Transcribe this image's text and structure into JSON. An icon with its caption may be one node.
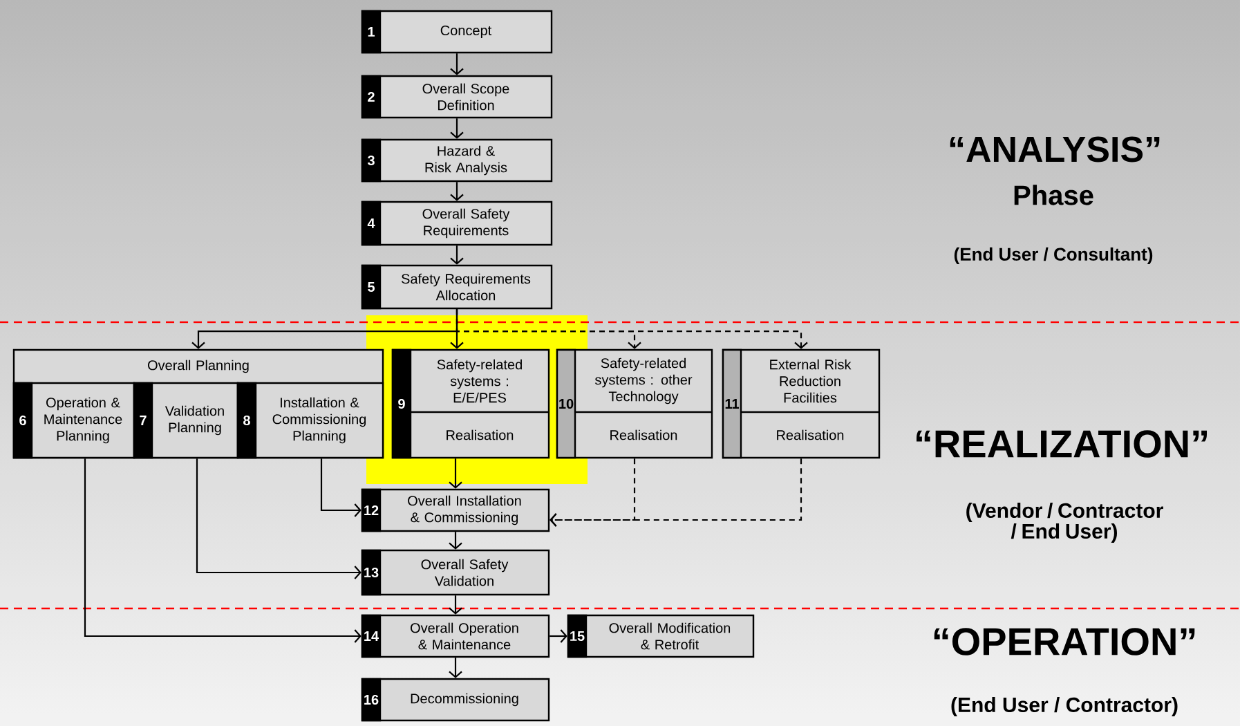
{
  "diagram": {
    "nodes": [
      {
        "text": [
          "1",
          "Concept"
        ]
      },
      {
        "text": [
          "2",
          "Overall Scope Definition"
        ]
      },
      {
        "text": [
          "3",
          "Hazard & Risk Analysis"
        ]
      },
      {
        "text": [
          "4",
          "Overall Safety Requirements"
        ]
      },
      {
        "text": [
          "5",
          "Safety Requirements Allocation"
        ]
      },
      {
        "text": [
          "Overall Planning"
        ]
      },
      {
        "text": [
          "6",
          "Operation & Maintenance Planning"
        ],
        "in": 5
      },
      {
        "text": [
          "7",
          "Validation Planning"
        ],
        "in": 5
      },
      {
        "text": [
          "8",
          "Installation & Commissioning Planning"
        ],
        "in": 5
      },
      {
        "text": [
          "9",
          "Safety-related systems : E/E/PES",
          "Realisation"
        ]
      },
      {
        "text": [
          "10",
          "Safety-related systems : other Technology",
          "Realisation"
        ]
      },
      {
        "text": [
          "11",
          "External Risk Reduction Facilities",
          "Realisation"
        ]
      },
      {
        "text": [
          "12",
          "Overall Installation & Commissioning"
        ]
      },
      {
        "text": [
          "13",
          "Overall Safety Validation"
        ]
      },
      {
        "text": [
          "14",
          "Overall Operation & Maintenance"
        ]
      },
      {
        "text": [
          "15",
          "Overall Modification & Retrofit"
        ]
      },
      {
        "text": [
          "16",
          "Decommissioning"
        ]
      }
    ],
    "edges": [
      {
        "from": 0,
        "to": 1,
        "arrow": "to"
      },
      {
        "from": 1,
        "to": 2,
        "arrow": "to"
      },
      {
        "from": 2,
        "to": 3,
        "arrow": "to"
      },
      {
        "from": 3,
        "to": 4,
        "arrow": "to"
      },
      {
        "from": 4,
        "to": 5,
        "arrow": "to"
      },
      {
        "from": 4,
        "to": 9,
        "arrow": "to"
      },
      {
        "from": 4,
        "to": 10,
        "arrow": "to",
        "style": "dashed"
      },
      {
        "from": 4,
        "to": 11,
        "arrow": "to",
        "style": "dashed"
      },
      {
        "from": 9,
        "to": 12,
        "arrow": "to"
      },
      {
        "from": 8,
        "to": 12,
        "arrow": "to"
      },
      {
        "from": 10,
        "to": 12,
        "arrow": "to",
        "style": "dashed"
      },
      {
        "from": 11,
        "to": 12,
        "arrow": "to",
        "style": "dashed"
      },
      {
        "from": 12,
        "to": 13,
        "arrow": "to"
      },
      {
        "from": 7,
        "to": 13,
        "arrow": "to"
      },
      {
        "from": 13,
        "to": 14,
        "arrow": "to"
      },
      {
        "from": 6,
        "to": 14,
        "arrow": "to"
      },
      {
        "from": 14,
        "to": 15,
        "arrow": "to"
      },
      {
        "from": 14,
        "to": 16,
        "arrow": "to"
      }
    ],
    "labels": [
      "“ANALYSIS”",
      "Phase",
      "(End User / Consultant)",
      "“REALIZATION”",
      "(Vendor / Contractor / End User)",
      "“OPERATION”",
      "(End User / Contractor)"
    ]
  }
}
